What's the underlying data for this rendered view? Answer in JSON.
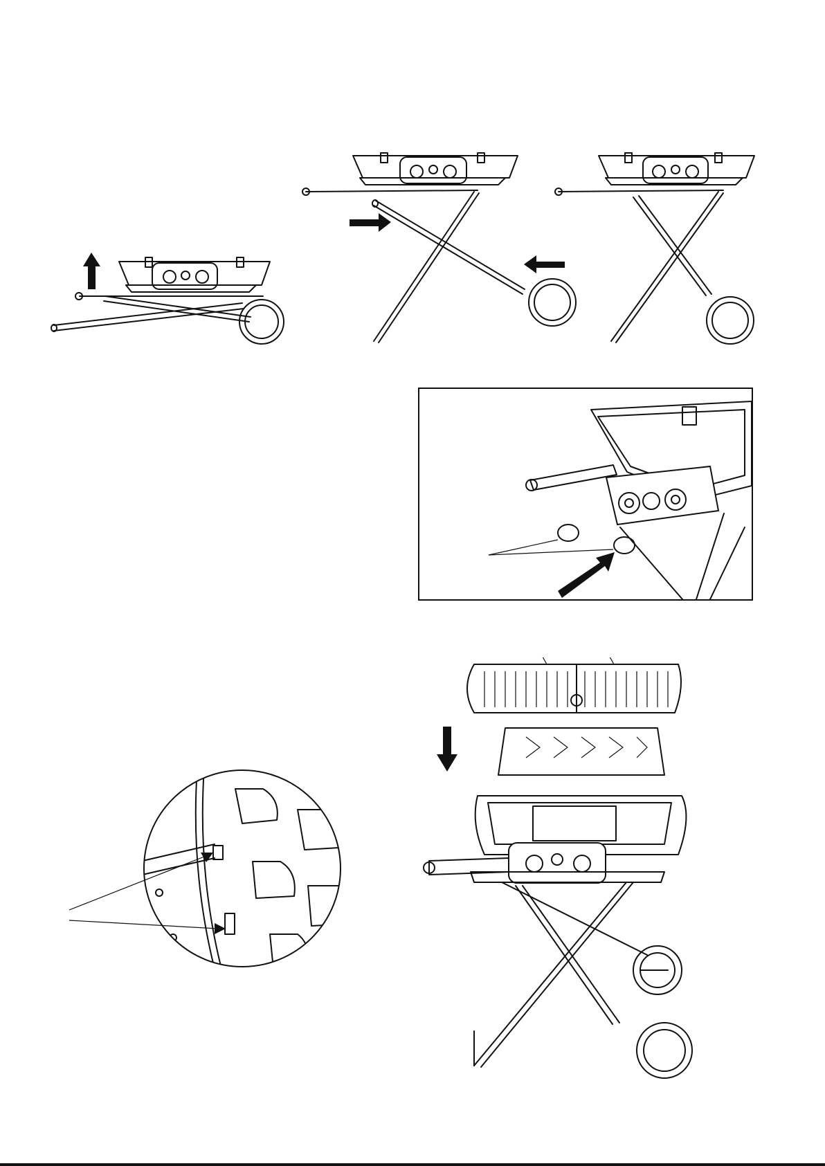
{
  "document": {
    "figures": [
      {
        "id": "step-1",
        "icon": "raise-handle-arrow-icon"
      },
      {
        "id": "step-2",
        "icon": "push-legs-arrows-icon"
      },
      {
        "id": "step-3",
        "icon": "standing-grill-icon"
      },
      {
        "id": "step-4",
        "icon": "attach-knobs-arrow-icon"
      },
      {
        "id": "step-5",
        "icon": "grate-clip-detail-icon"
      },
      {
        "id": "step-6",
        "icon": "lower-grates-arrow-icon"
      }
    ],
    "colors": {
      "ink": "#111111",
      "paper": "#ffffff"
    }
  }
}
